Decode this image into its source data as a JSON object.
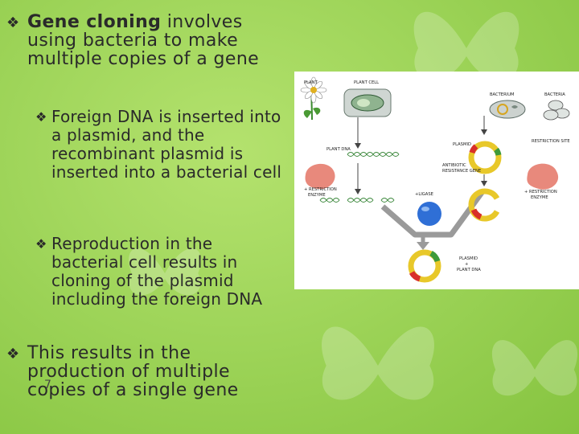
{
  "slide": {
    "bullet1": {
      "lead": "Gene cloning",
      "rest": " involves using bacteria to make multiple copies of a gene"
    },
    "sub1": "Foreign DNA is inserted into a plasmid, and the recombinant plasmid is inserted into a bacterial cell",
    "sub2": "Reproduction in the bacterial cell results in cloning of the plasmid including the foreign DNA",
    "bullet2": "This results in the production of multiple copies of a single gene",
    "slide_number": "7"
  },
  "diagram": {
    "labels": {
      "plant": "PLANT",
      "plant_cell": "PLANT CELL",
      "bacterium": "BACTERIUM",
      "bacteria": "BACTERIA",
      "plant_dna": "PLANT DNA",
      "plasmid": "PLASMID",
      "restriction_site": "RESTRICTION SITE",
      "antibiotic": "ANTIBIOTIC",
      "resistance_gene": "RESISTANCE GENE",
      "restriction_left_1": "+ RESTRICTION",
      "restriction_left_2": "ENZYME",
      "restriction_right_1": "+ RESTRICTION",
      "restriction_right_2": "ENZYME",
      "ligase": "+LIGASE",
      "result_1": "PLASMID",
      "result_2": "+",
      "result_3": "PLANT DNA"
    },
    "colors": {
      "background": "#9fd55a",
      "plasmid": "#e8c82a",
      "enzyme": "#e8897c",
      "ligase": "#2f6fd6",
      "gene_red": "#d8302a",
      "gene_green": "#3e9a3a"
    }
  }
}
